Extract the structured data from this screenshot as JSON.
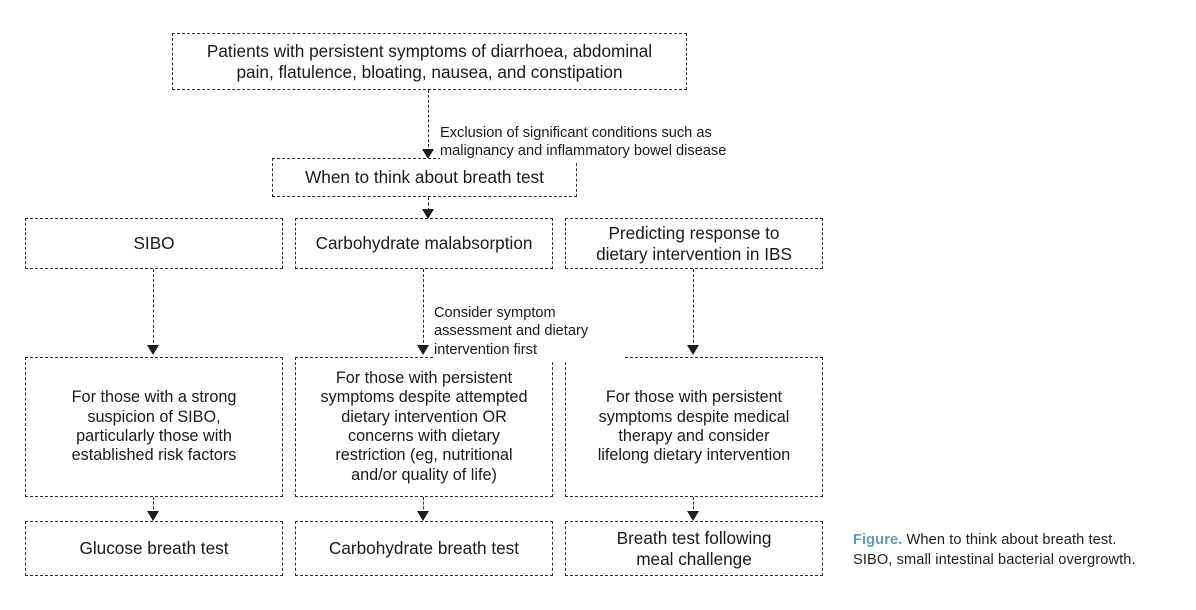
{
  "figure": {
    "accent_color": "#5e9cb4",
    "line_color": "#2b2b2b",
    "text_color": "#1a1a1a",
    "background": "#ffffff"
  },
  "nodes": {
    "patients": "Patients with persistent symptoms of diarrhoea, abdominal\npain, flatulence, bloating, nausea, and constipation",
    "when_to_think": "When to think about breath test",
    "col1_indication": "SIBO",
    "col2_indication": "Carbohydrate malabsorption",
    "col3_indication": "Predicting response to\ndietary intervention in IBS",
    "col1_criteria": "For those with a strong\nsuspicion of SIBO,\nparticularly those with\nestablished risk factors",
    "col2_criteria": "For those with persistent\nsymptoms despite attempted\ndietary intervention OR\nconcerns with dietary\nrestriction (eg, nutritional\nand/or quality of life)",
    "col3_criteria": "For those with persistent\nsymptoms despite medical\ntherapy and consider\nlifelong dietary intervention",
    "col1_test": "Glucose breath test",
    "col2_test": "Carbohydrate breath test",
    "col3_test": "Breath test following\nmeal challenge"
  },
  "annotations": {
    "exclusion": "Exclusion of significant conditions such as\nmalignancy and inflammatory bowel disease",
    "consider": "Consider symptom\nassessment and dietary\nintervention first"
  },
  "caption": {
    "label": "Figure.",
    "title": " When to think about breath test.",
    "abbreviation": "SIBO, small intestinal bacterial overgrowth."
  }
}
